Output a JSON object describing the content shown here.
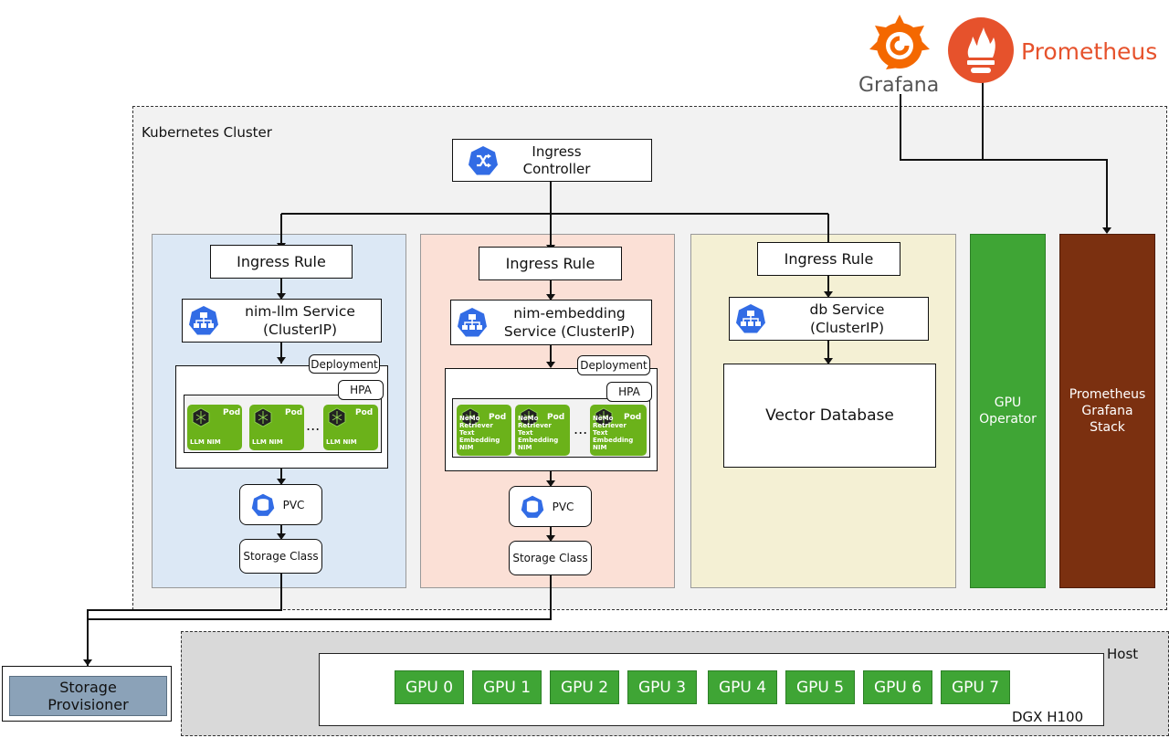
{
  "cluster": {
    "label": "Kubernetes Cluster"
  },
  "host": {
    "label": "Host",
    "machine": "DGX H100",
    "gpus": [
      "GPU 0",
      "GPU 1",
      "GPU 2",
      "GPU 3",
      "GPU 4",
      "GPU 5",
      "GPU 6",
      "GPU 7"
    ]
  },
  "ingress_controller": {
    "line1": "Ingress",
    "line2": "Controller"
  },
  "llm": {
    "ingress_rule": "Ingress Rule",
    "service_line1": "nim-llm Service",
    "service_line2": "(ClusterIP)",
    "deployment": "Deployment",
    "hpa": "HPA",
    "pod_label": "Pod",
    "pod_name": "LLM NIM",
    "ellipsis": "...",
    "pvc": "PVC",
    "storage_class": "Storage Class"
  },
  "embedding": {
    "ingress_rule": "Ingress Rule",
    "service_line1": "nim-embedding",
    "service_line2": "Service (ClusterIP)",
    "deployment": "Deployment",
    "hpa": "HPA",
    "pod_label": "Pod",
    "pod_name_1": "NeMo Retriever",
    "pod_name_2": "Text Embedding",
    "pod_name_3": "NIM",
    "ellipsis": "...",
    "pvc": "PVC",
    "storage_class": "Storage Class"
  },
  "db": {
    "ingress_rule": "Ingress Rule",
    "service_line1": "db Service",
    "service_line2": "(ClusterIP)",
    "vector_db": "Vector Database"
  },
  "gpu_operator": {
    "line1": "GPU",
    "line2": "Operator"
  },
  "prom_stack": {
    "line1": "Prometheus",
    "line2": "Grafana",
    "line3": "Stack"
  },
  "storage_provisioner": {
    "line1": "Storage",
    "line2": "Provisioner"
  },
  "logos": {
    "grafana": "Grafana",
    "prometheus": "Prometheus"
  },
  "colors": {
    "gpu_green": "#3fa535",
    "prom_brown": "#7b3010",
    "k8s_blue": "#326ce5",
    "prom_orange": "#e6522c",
    "grafana_orange": "#f46800",
    "pod_green": "#6bb21a"
  },
  "icons": {
    "service": "kubernetes-service-icon",
    "ingress": "kubernetes-ingress-icon",
    "pvc": "kubernetes-pvc-icon",
    "pod": "nim-chip-icon"
  }
}
